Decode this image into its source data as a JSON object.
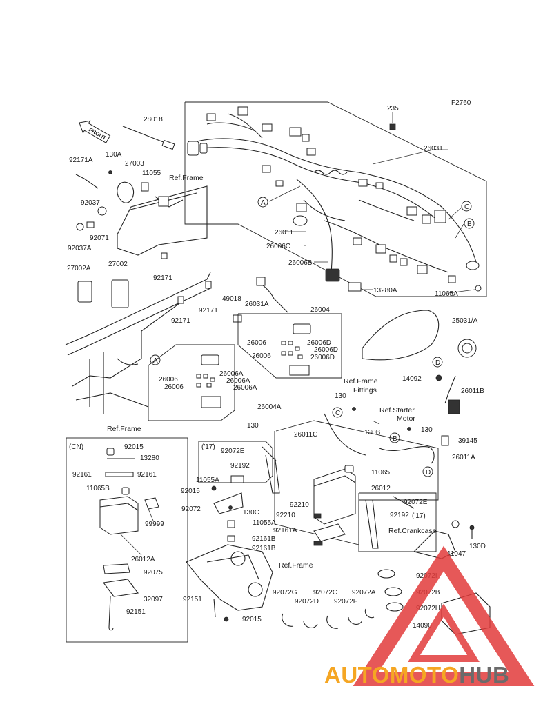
{
  "figure_code": "F2760",
  "front_label": "FRONT",
  "callout_letters": [
    "A",
    "B",
    "C",
    "D"
  ],
  "ref_labels": {
    "frame_top": "Ref.Frame",
    "frame_bottom": "Ref.Frame",
    "frame_fittings": "Ref.Frame\nFittings",
    "starter_motor": "Ref.Starter\nMotor",
    "crankcase": "Ref.Crankcase",
    "frame_lower": "Ref.Frame"
  },
  "cn_label": "(CN)",
  "year_labels": [
    "('17)",
    "('17)"
  ],
  "parts": [
    "235",
    "26031",
    "28018",
    "92171A",
    "130A",
    "27003",
    "11055",
    "92037",
    "92071",
    "92037A",
    "26011",
    "26006C",
    "26006B",
    "13280A",
    "11065A",
    "27002A",
    "27002",
    "92171",
    "49018",
    "26031A",
    "92171",
    "92171",
    "26004",
    "26006",
    "26006",
    "26006D",
    "26006D",
    "26006D",
    "25031/A",
    "14092",
    "26011B",
    "26006",
    "26006",
    "26006A",
    "26006A",
    "26006A",
    "26004A",
    "130",
    "130",
    "130",
    "26011C",
    "130B",
    "39145",
    "26011A",
    "92015",
    "13280",
    "92161",
    "92161",
    "11065B",
    "99999",
    "26012A",
    "92075",
    "32097",
    "92151",
    "92072E",
    "92192",
    "11055A",
    "92015",
    "92072",
    "130C",
    "11055A",
    "92161B",
    "92161B",
    "92151",
    "92015",
    "92210",
    "92210",
    "11065",
    "26012",
    "92072E",
    "92192",
    "92161A",
    "130D",
    "11047",
    "92072I",
    "92072B",
    "92072H",
    "14090",
    "92072G",
    "92072D",
    "92072C",
    "92072F",
    "92072A"
  ],
  "watermark": {
    "part1": "AUTOMOTO",
    "part2": "HUB"
  }
}
